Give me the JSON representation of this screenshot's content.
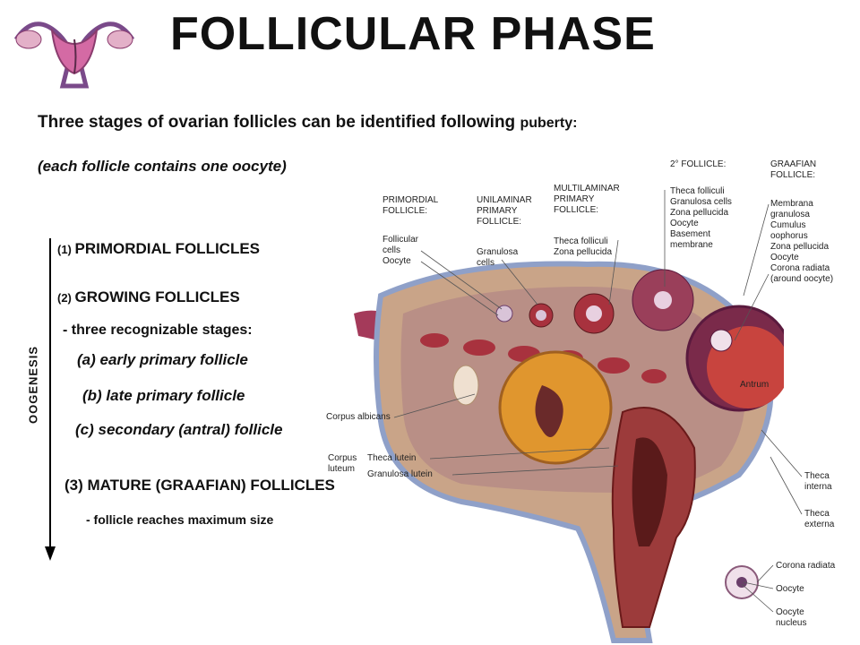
{
  "title": "FOLLICULAR PHASE",
  "intro": {
    "text": "Three stages of ovarian follicles can be identified following ",
    "suffix": "puberty:"
  },
  "note": "(each follicle contains one oocyte)",
  "oogenesis": "OOGENESIS",
  "stages": {
    "s1": {
      "num": "(1) ",
      "label": "PRIMORDIAL FOLLICLES"
    },
    "s2": {
      "num": "(2) ",
      "label": "GROWING FOLLICLES"
    },
    "s2_sub": "- three recognizable stages:",
    "s2_a": "(a) early primary follicle",
    "s2_b": "(b) late primary follicle",
    "s2_c": "(c) secondary (antral)  follicle",
    "s3": "(3) MATURE (GRAAFIAN) FOLLICLES",
    "s3_sub": "- follicle reaches maximum size"
  },
  "diagram": {
    "headers": {
      "primordial": "PRIMORDIAL\nFOLLICLE:",
      "unilaminar": "UNILAMINAR\nPRIMARY\nFOLLICLE:",
      "multilaminar": "MULTILAMINAR\nPRIMARY\nFOLLICLE:",
      "secondary": "2° FOLLICLE:",
      "graafian": "GRAAFIAN\nFOLLICLE:"
    },
    "labels": {
      "follicular_cells": "Follicular\ncells\nOocyte",
      "granulosa_cells": "Granulosa\ncells",
      "theca_folliculi_m": "Theca folliculi\nZona pellucida",
      "secondary_list": "Theca folliculi\nGranulosa cells\nZona pellucida\nOocyte\nBasement\nmembrane",
      "graafian_list": "Membrana\ngranulosa\nCumulus\noophorus\nZona pellucida\nOocyte\nCorona radiata\n(around oocyte)",
      "antrum": "Antrum",
      "corpus_albicans": "Corpus albicans",
      "corpus_luteum": "Corpus\nluteum",
      "theca_lutein": "Theca lutein",
      "granulosa_lutein": "Granulosa lutein",
      "theca_interna": "Theca\ninterna",
      "theca_externa": "Theca\nexterna",
      "corona_radiata": "Corona radiata",
      "oocyte": "Oocyte",
      "oocyte_nucleus": "Oocyte\nnucleus"
    }
  },
  "colors": {
    "ovary": "#c9a488",
    "stroma": "#b98f86",
    "follicle": "#a8323e",
    "corpus_albicans": "#e0962e",
    "luteum": "#9c3b3b",
    "ovary_edge": "#8fa0c8"
  }
}
